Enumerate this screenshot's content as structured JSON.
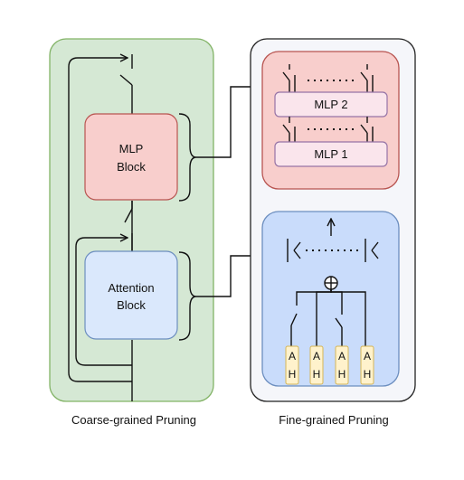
{
  "coarse": {
    "caption": "Coarse-grained Pruning",
    "mlp_block": [
      "MLP",
      "Block"
    ],
    "attention_block": [
      "Attention",
      "Block"
    ]
  },
  "fine": {
    "caption": "Fine-grained Pruning",
    "mlp_layer_2": "MLP 2",
    "mlp_layer_1": "MLP 1",
    "plus_symbol": "+",
    "heads": [
      [
        "A",
        "H"
      ],
      [
        "A",
        "H"
      ],
      [
        "A",
        "H"
      ],
      [
        "A",
        "H"
      ]
    ]
  },
  "colors": {
    "coarse_panel": "#d5e8d4",
    "mlp_red": "#f8cecc",
    "attention_blue": "#dae8fc",
    "mlp_layer_pink": "#fae5ec",
    "head_yellow": "#fff2cc"
  }
}
